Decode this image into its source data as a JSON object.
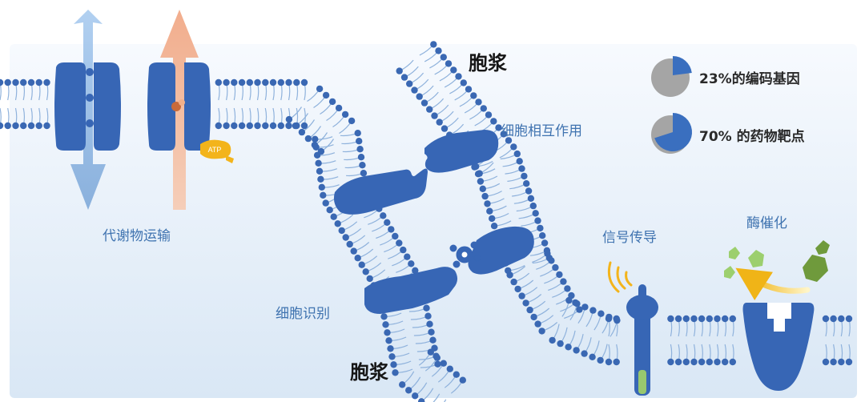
{
  "labels": {
    "cytoplasm_top": "胞浆",
    "cytoplasm_bottom": "胞浆",
    "metabolic_transport": "代谢物运输",
    "cell_interaction": "细胞相互作用",
    "cell_recognition": "细胞识别",
    "signal_transduction": "信号传导",
    "enzyme_catalysis": "酶催化",
    "atp": "ATP"
  },
  "stats": [
    {
      "label": "23%的编码基因",
      "fraction": 0.23
    },
    {
      "label": "70% 的药物靶点",
      "fraction": 0.7
    }
  ],
  "colors": {
    "protein_blue": "#3766b5",
    "head_blue": "#3a68b3",
    "tail_blue": "#8fb2dc",
    "pie_blue": "#3a6fbf",
    "pie_gray": "#a5a5a5",
    "bg_top": "#f5f9fd",
    "bg_bottom": "#dbe8f5",
    "arrow_down": "#8ab6e2",
    "arrow_up": "#f4b898",
    "atp_yellow": "#f3b41b",
    "substrate_green": "#6f9a3c",
    "product_green": "#9ccf6e",
    "channel_green": "#98c86e",
    "label_blue": "#3f73b0"
  }
}
